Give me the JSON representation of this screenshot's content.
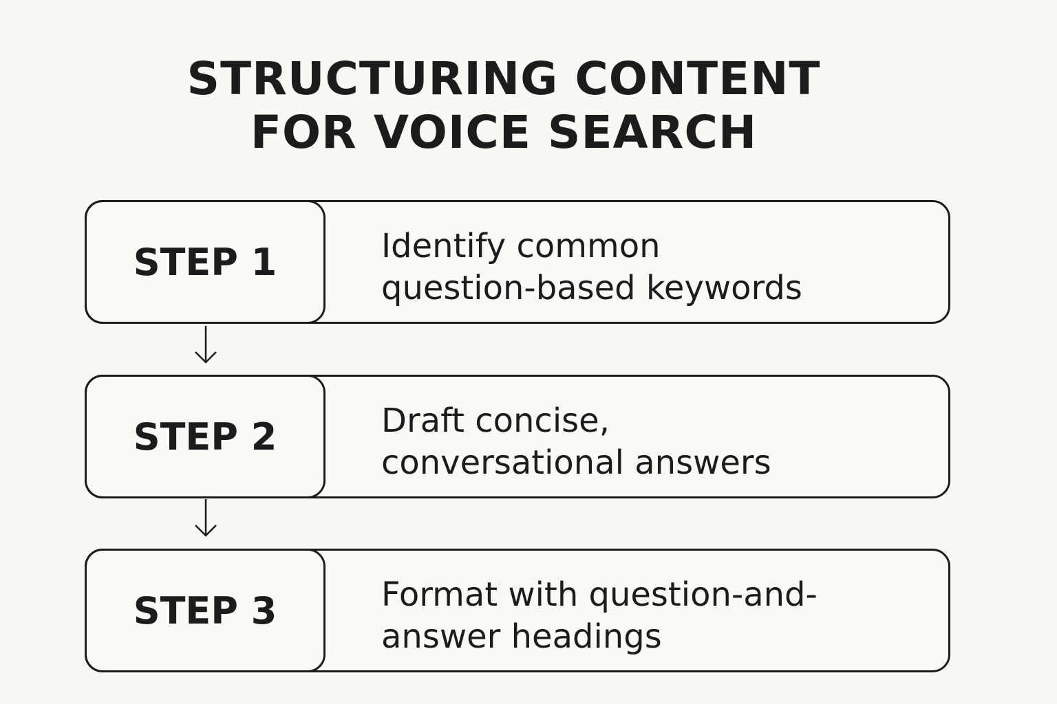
{
  "title": {
    "line1": "STRUCTURING CONTENT",
    "line2": "FOR VOICE SEARCH"
  },
  "steps": [
    {
      "label": "STEP 1",
      "lines": [
        "Identify common",
        "question-based keywords"
      ]
    },
    {
      "label": "STEP 2",
      "lines": [
        "Draft concise,",
        "conversational answers"
      ]
    },
    {
      "label": "STEP 3",
      "lines": [
        "Format with question-and-",
        "answer headings"
      ]
    }
  ],
  "colors": {
    "background": "#f9f8f4",
    "ink": "#1b1d1d"
  },
  "icons": {
    "connector": "arrow-down-icon"
  }
}
